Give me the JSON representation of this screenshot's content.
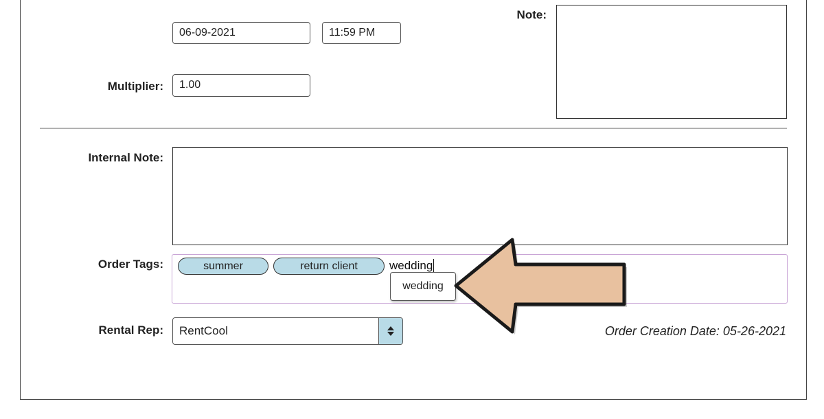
{
  "form": {
    "date_value": "06-09-2021",
    "time_value": "11:59 PM",
    "note_label": "Note:",
    "multiplier_label": "Multiplier:",
    "multiplier_value": "1.00",
    "internal_note_label": "Internal Note:",
    "order_tags_label": "Order Tags:",
    "tags": [
      "summer",
      "return client"
    ],
    "tag_input_text": "wedding",
    "tag_suggestion": "wedding",
    "rental_rep_label": "Rental Rep:",
    "rental_rep_value": "RentCool",
    "order_creation_date": "Order Creation Date: 05-26-2021"
  },
  "colors": {
    "tag_fill": "#b9dbe7",
    "tags_border": "#c9a5d6",
    "arrow_fill": "#e8c19f"
  },
  "icons": {
    "select_arrows": "up-down-chevron-icon",
    "callout": "left-arrow-icon"
  }
}
